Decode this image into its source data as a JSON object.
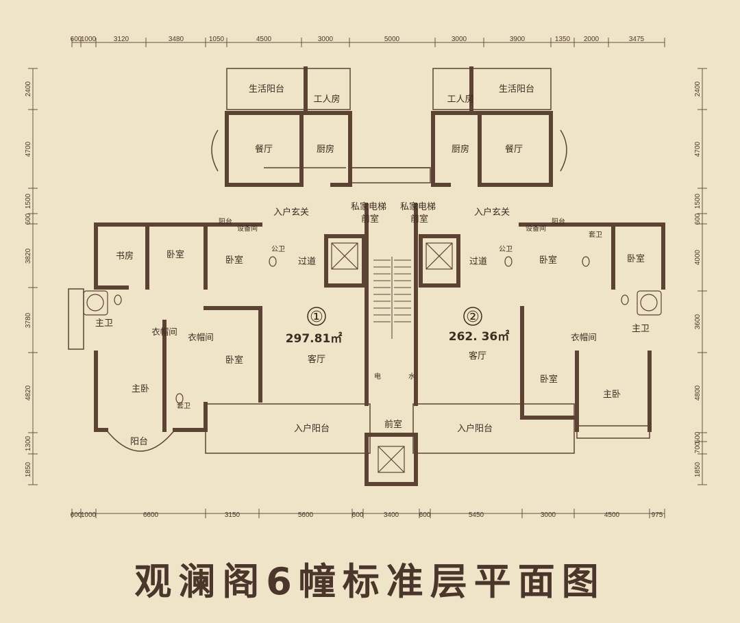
{
  "title": "观澜阁6幢标准层平面图",
  "units": [
    {
      "number": "①",
      "area": "297.81㎡"
    },
    {
      "number": "②",
      "area": "262. 36㎡"
    }
  ],
  "rooms": {
    "balcony_service_l": "生活阳台",
    "maid_l": "工人房",
    "dining_l": "餐厅",
    "kitchen_l": "厨房",
    "balcony_service_r": "生活阳台",
    "maid_r": "工人房",
    "dining_r": "餐厅",
    "kitchen_r": "厨房",
    "foyer_l": "入户玄关",
    "lift_lobby_l": "私家电梯",
    "lift_lobby_l2": "前室",
    "lift_lobby_r": "私家电梯",
    "lift_lobby_r2": "前室",
    "foyer_r": "入户玄关",
    "balcony_small_l": "阳台",
    "equip_l": "设备间",
    "equip_r": "设备间",
    "balcony_small_r": "阳台",
    "study": "书房",
    "bed1": "卧室",
    "bed2": "卧室",
    "pubbath_l": "公卫",
    "corridor_l": "过道",
    "corridor_r": "过道",
    "pubbath_r": "公卫",
    "bed3": "卧室",
    "ensuite_r": "套卫",
    "bed4": "卧室",
    "master_bath_l": "主卫",
    "closet_l1": "衣帽间",
    "closet_l2": "衣帽间",
    "bed5": "卧室",
    "living_l": "客厅",
    "living_r": "客厅",
    "bed6": "卧室",
    "closet_r": "衣帽间",
    "master_bath_r": "主卫",
    "master_l": "主卧",
    "ensuite_l": "套卫",
    "master_r": "主卧",
    "balcony_entry_l": "入户阳台",
    "anteroom": "前室",
    "balcony_entry_r": "入户阳台",
    "balcony_round": "阳台",
    "elec": "电",
    "water": "水"
  },
  "dimensions": {
    "top": [
      "600",
      "1000",
      "3120",
      "3480",
      "1050",
      "4500",
      "3000",
      "5000",
      "3000",
      "3900",
      "1350",
      "2000",
      "3475"
    ],
    "bottom": [
      "600",
      "1000",
      "6600",
      "3150",
      "5600",
      "600",
      "3400",
      "600",
      "5450",
      "3000",
      "4500",
      "975"
    ],
    "left": [
      "2400",
      "4700",
      "1500",
      "600",
      "3820",
      "3780",
      "4820",
      "1300",
      "1850"
    ],
    "right": [
      "2400",
      "4700",
      "1500",
      "600",
      "4000",
      "3600",
      "4800",
      "500",
      "700",
      "1850"
    ]
  }
}
